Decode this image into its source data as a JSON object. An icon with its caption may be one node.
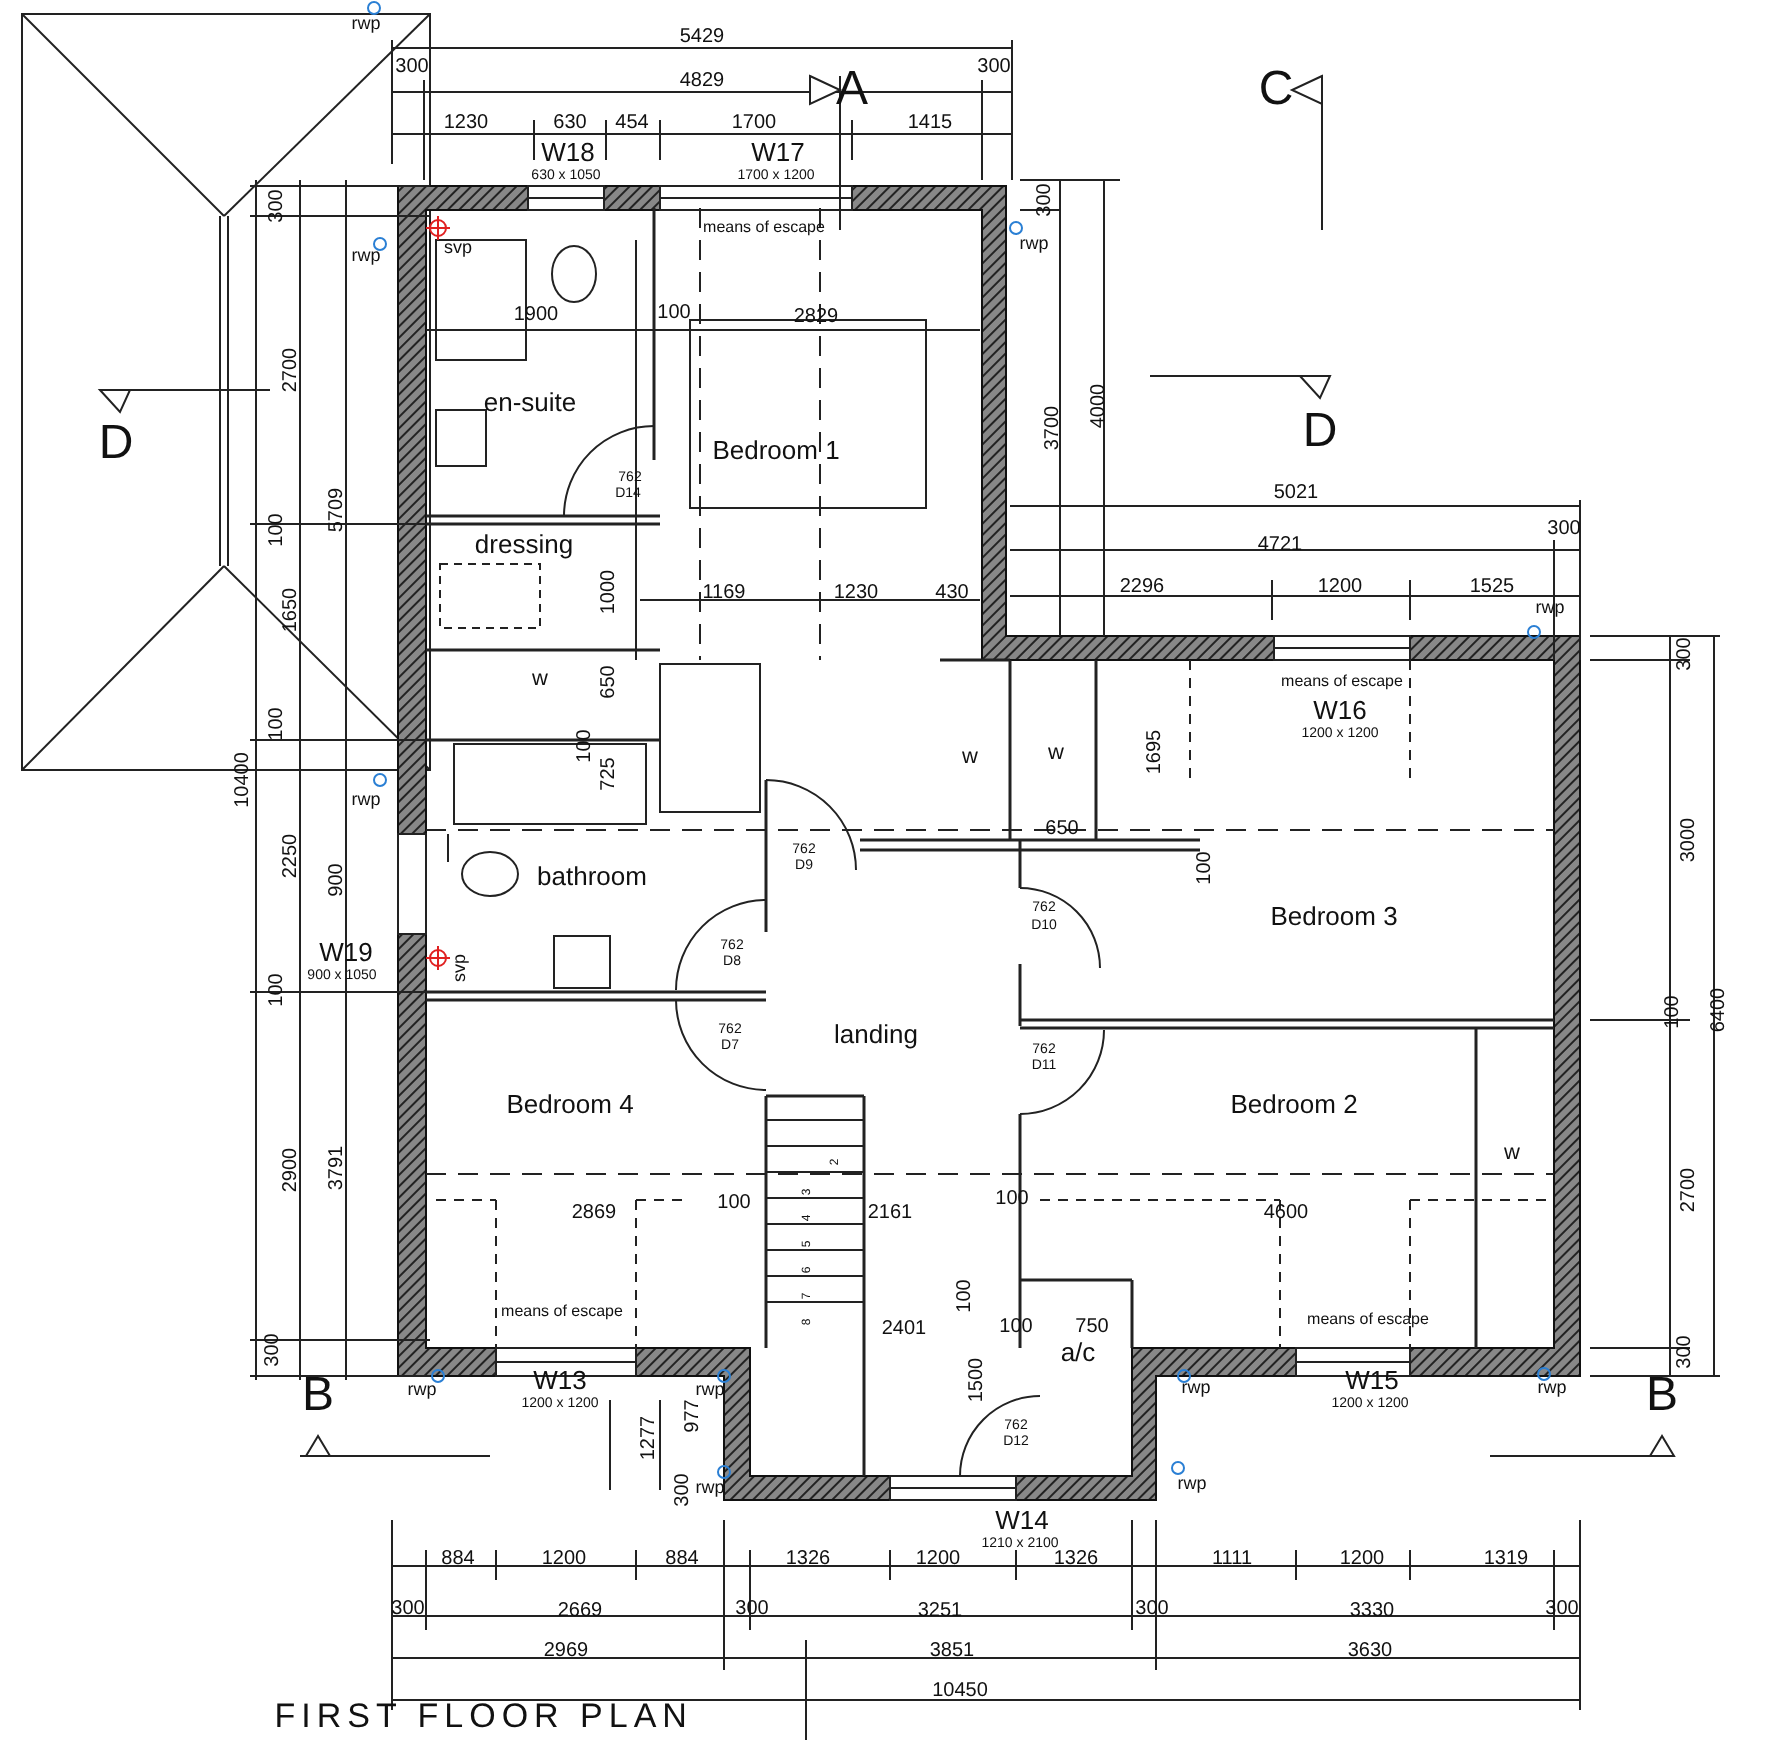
{
  "diagram": {
    "title": "FIRST FLOOR PLAN",
    "nodes": [
      {
        "text": [
          "en-suite"
        ]
      },
      {
        "text": [
          "Bedroom 1"
        ]
      },
      {
        "text": [
          "dressing"
        ]
      },
      {
        "text": [
          "bathroom"
        ]
      },
      {
        "text": [
          "landing"
        ]
      },
      {
        "text": [
          "Bedroom 3"
        ]
      },
      {
        "text": [
          "Bedroom 4"
        ]
      },
      {
        "text": [
          "Bedroom 2"
        ]
      },
      {
        "text": [
          "a/c"
        ]
      }
    ],
    "labels": [
      "rwp",
      "5429",
      "300",
      "4829",
      "A",
      "300",
      "C",
      "1230",
      "630",
      "454",
      "1700",
      "1415",
      "W18",
      "630 x 1050",
      "W17",
      "1700 x 1200",
      "300",
      "300",
      "means of escape",
      "rwp",
      "svp",
      "rwp",
      "1900",
      "100",
      "2829",
      "2700",
      "D",
      "3700",
      "4000",
      "D",
      "762",
      "D14",
      "5021",
      "100",
      "5709",
      "4721",
      "300",
      "1000",
      "1169",
      "1230",
      "430",
      "2296",
      "1200",
      "1525",
      "rwp",
      "1650",
      "300",
      "means of escape",
      "W16",
      "1200 x 1200",
      "650",
      "w",
      "w",
      "w",
      "1695",
      "3000",
      "100",
      "10400",
      "100",
      "725",
      "rwp",
      "762",
      "D9",
      "650",
      "100",
      "2250",
      "900",
      "762",
      "D10",
      "762",
      "D8",
      "W19",
      "900 x 1050",
      "svp",
      "100",
      "100",
      "6400",
      "762",
      "D11",
      "762",
      "D7",
      "2900",
      "3791",
      "w",
      "2700",
      "2869",
      "100",
      "2161",
      "100",
      "4600",
      "100",
      "2401",
      "100",
      "750",
      "means of escape",
      "means of escape",
      "300",
      "300",
      "B",
      "rwp",
      "W13",
      "1200 x 1200",
      "rwp",
      "1277",
      "977",
      "1500",
      "762",
      "D12",
      "rwp",
      "W15",
      "1200 x 1200",
      "rwp",
      "B",
      "300",
      "rwp",
      "rwp",
      "W14",
      "1210 x 2100",
      "884",
      "1200",
      "884",
      "1326",
      "1200",
      "1326",
      "1111",
      "1200",
      "1319",
      "300",
      "2669",
      "300",
      "3251",
      "300",
      "3330",
      "300",
      "2969",
      "3851",
      "3630",
      "10450",
      "2",
      "3",
      "4",
      "5",
      "6",
      "7",
      "8"
    ]
  }
}
